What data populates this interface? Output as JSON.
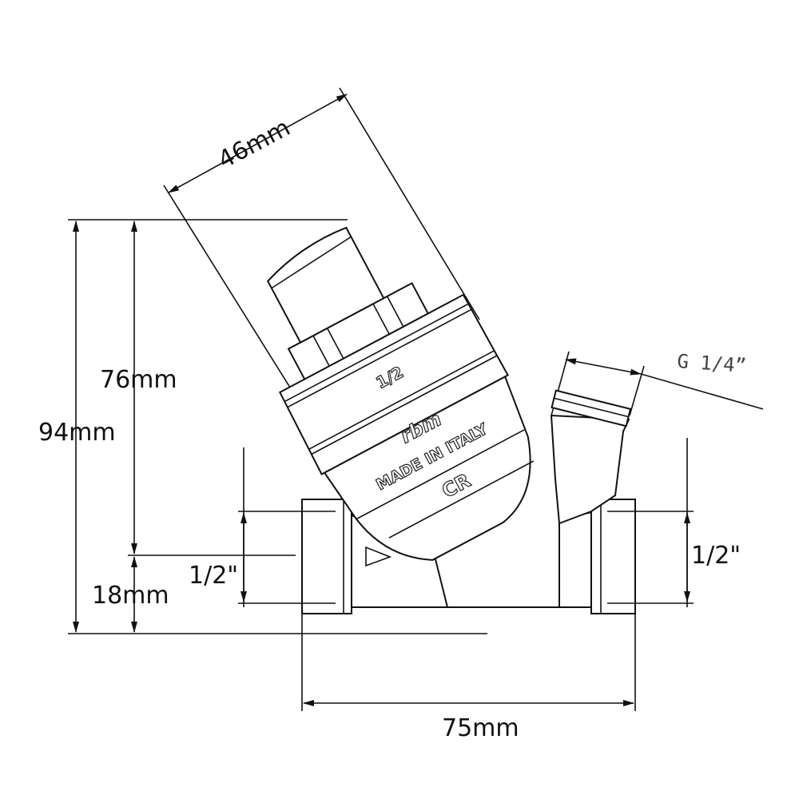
{
  "dimensions": {
    "width_cap": "46mm",
    "height_total": "94mm",
    "height_upper": "76mm",
    "height_lower": "18mm",
    "inlet_thread": "1/2\"",
    "outlet_thread": "1/2\"",
    "length": "75mm",
    "gauge_port": "G 1/4”"
  },
  "markings": {
    "size": "1/2",
    "brand": "rbm",
    "origin": "MADE IN ITALY",
    "logo": "CR"
  }
}
